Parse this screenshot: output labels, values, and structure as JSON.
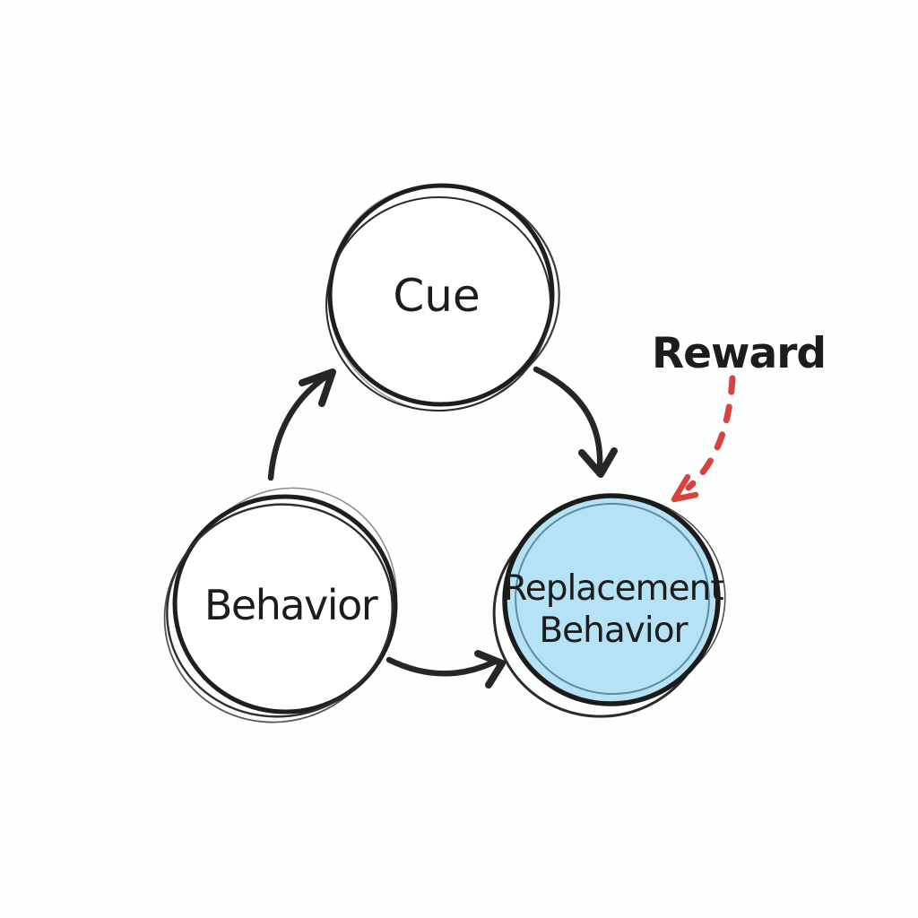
{
  "diagram": {
    "type": "habit-loop-sketch",
    "background": "#fdfefe",
    "nodes": [
      {
        "id": "cue",
        "label": "Cue",
        "fill": "#ffffff",
        "highlighted": false
      },
      {
        "id": "behavior",
        "label": "Behavior",
        "fill": "#ffffff",
        "highlighted": false
      },
      {
        "id": "replacement-behavior",
        "label": "Replacement Behavior",
        "label_line1": "Replacement",
        "label_line2": "Behavior",
        "fill": "#b5e2f4",
        "highlighted": true
      }
    ],
    "edges": [
      {
        "from": "behavior",
        "to": "cue",
        "style": "solid-curved-arrow",
        "color": "#262626"
      },
      {
        "from": "cue",
        "to": "replacement-behavior",
        "style": "solid-curved-arrow",
        "color": "#262626"
      },
      {
        "from": "behavior",
        "to": "replacement-behavior",
        "style": "solid-curved-arrow",
        "color": "#262626"
      }
    ],
    "annotation": {
      "label": "Reward",
      "arrow_style": "dashed-curved-arrow",
      "arrow_color": "#d8433e",
      "points_to": "replacement-behavior"
    },
    "colors": {
      "ink": "#1e1e1e",
      "text": "#1c1c1c",
      "highlight_fill": "#b5e2f4",
      "highlight_inner_ring": "#5d8ba0",
      "reward_red": "#d8433e"
    }
  }
}
